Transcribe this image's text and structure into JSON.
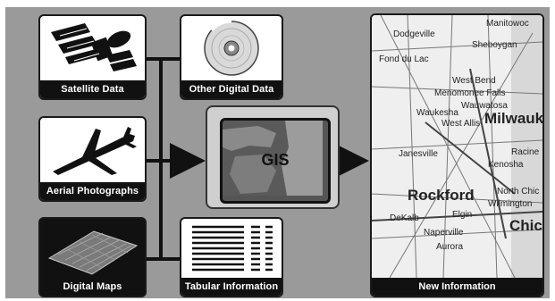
{
  "cards": {
    "satellite": "Satellite Data",
    "other_digital": "Other Digital Data",
    "aerial": "Aerial Photographs",
    "digital_maps": "Digital Maps",
    "tabular": "Tabular Information",
    "new_info": "New Information"
  },
  "gis_label": "GIS",
  "map_places": [
    "Manitowoc",
    "Dodgeville",
    "Sheboygan",
    "Fond du Lac",
    "West Bend",
    "Menomonee Falls",
    "Wauwatosa",
    "Waukesha",
    "West Allis",
    "Milwauk",
    "Janesville",
    "Racine",
    "Kenosha",
    "Rockford",
    "North Chic",
    "Wilmington",
    "DeKalb",
    "Elgin",
    "Naperville",
    "Aurora",
    "Chic"
  ],
  "colors": {
    "background": "#9a9a9a",
    "card_label_bg": "#111111",
    "card_label_text": "#ffffff"
  }
}
